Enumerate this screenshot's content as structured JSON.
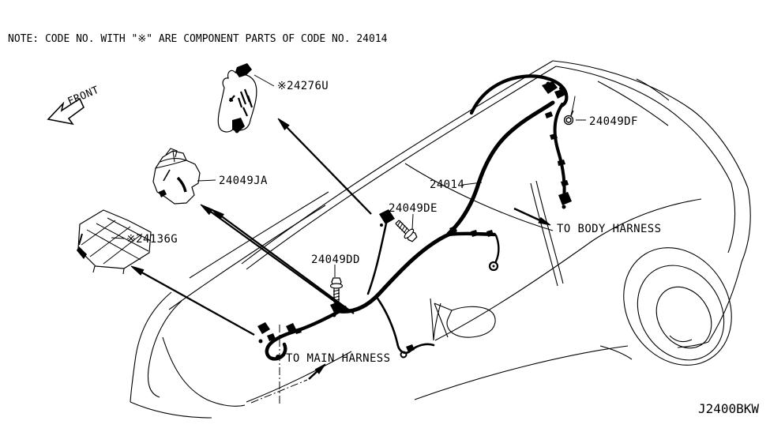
{
  "colors": {
    "ink": "#000000",
    "background": "#ffffff"
  },
  "note": "NOTE: CODE NO. WITH \"※\" ARE COMPONENT PARTS OF CODE NO. 24014",
  "front_indicator": {
    "label": "FRONT"
  },
  "diagram_code": "J2400BKW",
  "callouts": {
    "c24276u": "※24276U",
    "c24049ja": "24049JA",
    "c24136g": "※24136G",
    "c24049dd": "24049DD",
    "c24049de": "24049DE",
    "c24014": "24014",
    "c24049df": "24049DF"
  },
  "annotations": {
    "to_body_harness": "TO BODY HARNESS",
    "to_main_harness": "TO MAIN HARNESS"
  }
}
